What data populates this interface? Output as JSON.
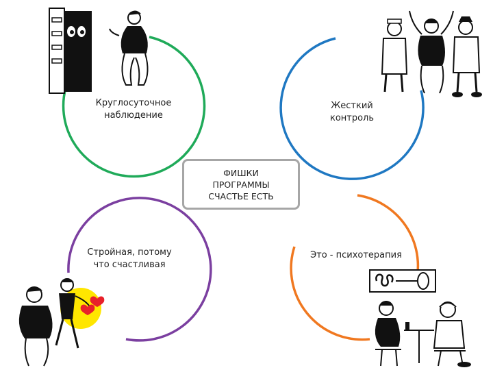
{
  "center": {
    "text": "ФИШКИ\nПРОГРАММЫ\nСЧАСТЬЕ ЕСТЬ"
  },
  "nodes": [
    {
      "text": "Круглосуточное\nнаблюдение",
      "color": "#1faa59"
    },
    {
      "text": "Жесткий\nконтроль",
      "color": "#1f78c2"
    },
    {
      "text": "Стройная, потому\nчто счастливая",
      "color": "#7b3fa0"
    },
    {
      "text": "Это - психотерапия",
      "color": "#f07820"
    }
  ],
  "illustrations": [
    {
      "icon": "fridge-peek-icon"
    },
    {
      "icon": "doctors-weighing-icon"
    },
    {
      "icon": "couple-dancing-icon"
    },
    {
      "icon": "therapy-session-icon"
    }
  ],
  "accent": {
    "heart": "#e8202a",
    "sun": "#ffe600",
    "frame": "#a6a6a6"
  }
}
